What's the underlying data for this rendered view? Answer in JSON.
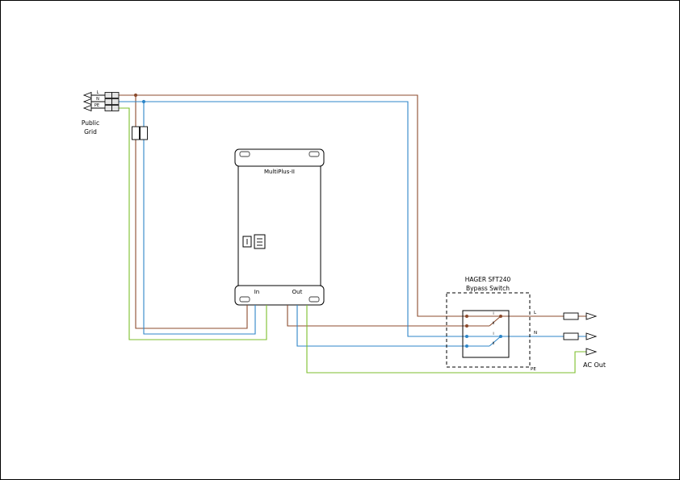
{
  "colors": {
    "l_wire": "#8C4B2D",
    "n_wire": "#2E86C8",
    "pe_wire": "#7CBE2C"
  },
  "grid": {
    "title_line1": "Public",
    "title_line2": "Grid",
    "l_label": "L",
    "n_label": "N",
    "pe_label": "PE"
  },
  "inverter": {
    "title": "MultiPlus-II",
    "in_label": "In",
    "out_label": "Out"
  },
  "bypass": {
    "title_line1": "HAGER SFT240",
    "title_line2": "Bypass Switch",
    "pos_i": "I",
    "pos_ii": "II"
  },
  "output": {
    "l_label": "L",
    "n_label": "N",
    "pe_label": "PE",
    "title": "AC Out"
  }
}
